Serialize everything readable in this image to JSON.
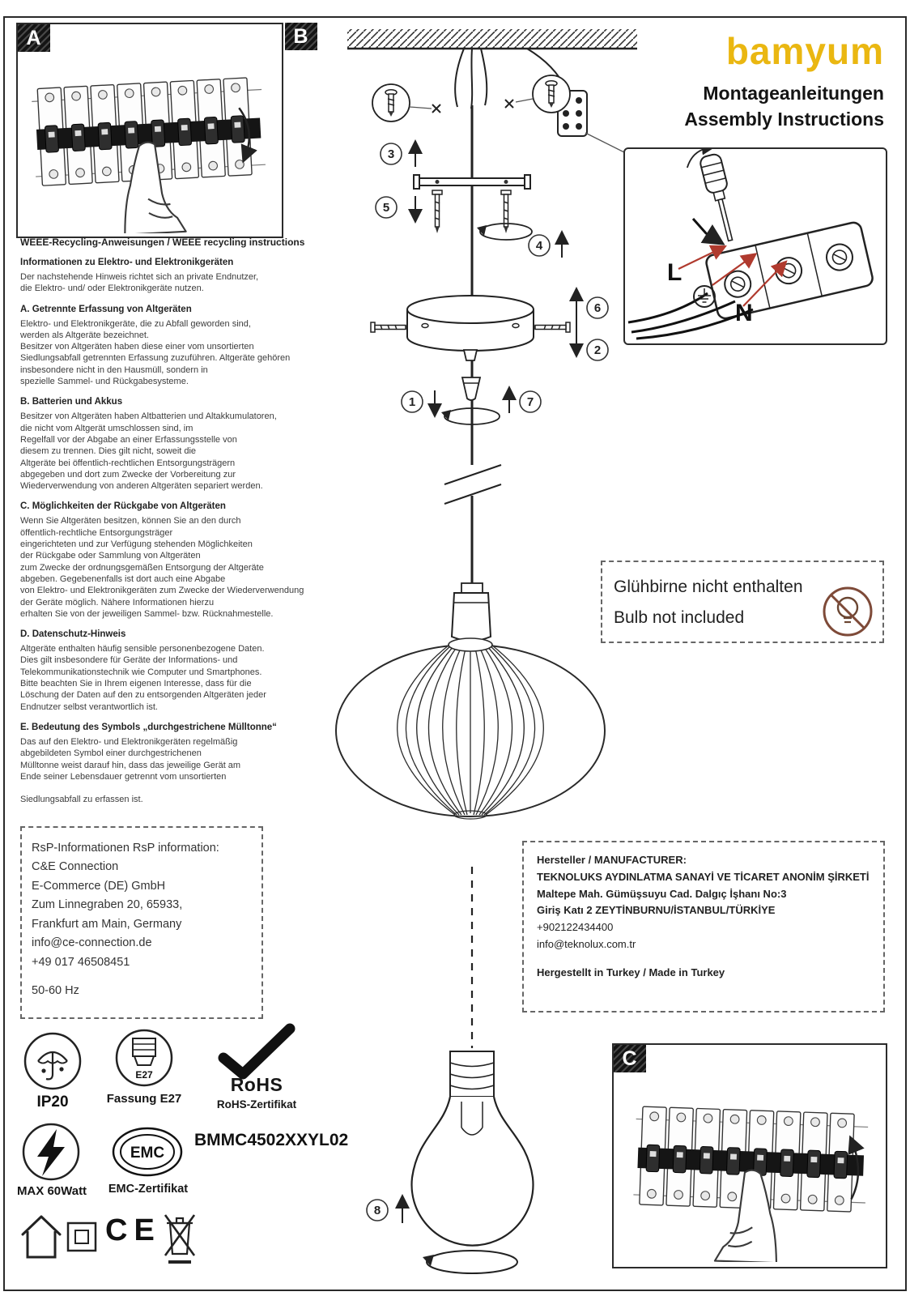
{
  "brand": {
    "logo": "bamyum",
    "logo_color": "#eab711",
    "subtitle_de": "Montageanleitungen",
    "subtitle_en": "Assembly Instructions"
  },
  "panels": {
    "a": "A",
    "b": "B",
    "c": "C"
  },
  "steps": [
    "1",
    "2",
    "3",
    "4",
    "5",
    "6",
    "7",
    "8"
  ],
  "terminal_detail": {
    "line_label": "L",
    "neutral_label": "N"
  },
  "bulb_note": {
    "de": "Glühbirne nicht enthalten",
    "en": "Bulb not included"
  },
  "weee": {
    "title": "WEEE-Recycling-Anweisungen / WEEE recycling instructions",
    "sections": [
      {
        "heading": "Informationen zu Elektro- und Elektronikgeräten",
        "body": "Der nachstehende Hinweis richtet sich an private Endnutzer,\ndie Elektro- und/ oder Elektronikgeräte nutzen."
      },
      {
        "heading": "A. Getrennte Erfassung von Altgeräten",
        "body": "Elektro- und Elektronikgeräte, die zu Abfall geworden sind,\nwerden als Altgeräte bezeichnet.\nBesitzer von Altgeräten haben diese einer vom unsortierten\nSiedlungsabfall getrennten Erfassung zuzuführen. Altgeräte gehören\ninsbesondere nicht in den Hausmüll, sondern in\nspezielle Sammel- und Rückgabesysteme."
      },
      {
        "heading": "B. Batterien und Akkus",
        "body": "Besitzer von Altgeräten haben Altbatterien und Altakkumulatoren,\n die nicht vom Altgerät umschlossen sind, im\nRegelfall vor der Abgabe an einer Erfassungsstelle von\ndiesem zu trennen. Dies gilt nicht, soweit die\nAltgeräte bei öffentlich-rechtlichen Entsorgungsträgern\nabgegeben und dort zum Zwecke der Vorbereitung zur\nWiederverwendung von anderen Altgeräten separiert werden."
      },
      {
        "heading": "C. Möglichkeiten der Rückgabe von Altgeräten",
        "body": "Wenn Sie Altgeräten besitzen, können Sie an den durch\nöffentlich-rechtliche Entsorgungsträger\neingerichteten und zur Verfügung stehenden Möglichkeiten\nder Rückgabe oder Sammlung von Altgeräten\n zum Zwecke der ordnungsgemäßen Entsorgung der Altgeräte\nabgeben. Gegebenenfalls ist dort auch eine Abgabe\n von Elektro- und Elektronikgeräten zum Zwecke der Wiederverwendung\nder Geräte möglich. Nähere Informationen hierzu\nerhalten Sie von der jeweiligen Sammel- bzw. Rücknahmestelle."
      },
      {
        "heading": "D. Datenschutz-Hinweis",
        "body": "Altgeräte enthalten häufig sensible personenbezogene Daten.\nDies gilt insbesondere für Geräte der Informations- und\nTelekommunikationstechnik wie Computer und Smartphones.\n Bitte beachten Sie in Ihrem eigenen Interesse, dass für die\nLöschung der Daten auf den zu entsorgenden Altgeräten jeder\nEndnutzer selbst verantwortlich ist."
      },
      {
        "heading": "E. Bedeutung des Symbols „durchgestrichene Mülltonne“",
        "body": "Das auf den Elektro- und Elektronikgeräten regelmäßig\nabgebildeten Symbol einer durchgestrichenen\nMülltonne weist darauf hin, dass das jeweilige Gerät am\nEnde seiner Lebensdauer getrennt vom unsortierten\n\nSiedlungsabfall zu erfassen ist."
      }
    ]
  },
  "rsp_box": {
    "lines": [
      "RsP-Informationen RsP information:",
      "C&E Connection",
      "E-Commerce (DE) GmbH",
      "Zum Linnegraben 20, 65933,",
      "Frankfurt am Main, Germany",
      "info@ce-connection.de",
      "+49 017 46508451",
      "50-60 Hz"
    ]
  },
  "manufacturer_box": {
    "lines": [
      "Hersteller / MANUFACTURER:",
      "TEKNOLUKS AYDINLATMA SANAYİ VE TİCARET ANONİM ŞİRKETİ",
      "Maltepe Mah. Gümüşsuyu Cad. Dalgıç İşhanı No:3",
      "Giriş Katı 2 ZEYTİNBURNU/İSTANBUL/TÜRKİYE",
      "+902122434400",
      "info@teknolux.com.tr",
      "Hergestellt in Turkey / Made in Turkey"
    ]
  },
  "certifications": {
    "ip_rating": "IP20",
    "socket_label": "E27",
    "socket_caption": "Fassung E27",
    "rohs_title": "RoHS",
    "rohs_caption": "RoHS-Zertifikat",
    "max_wattage": "MAX 60Watt",
    "emc_title": "EMC",
    "emc_caption": "EMC-Zertifikat",
    "ce_mark": "CE",
    "product_code": "BMMC4502XXYL02"
  },
  "icons": {
    "rohs_check": "✓",
    "no_bulb": "crossed-out-bulb",
    "weee_bin": "crossed-out-wheelie-bin",
    "double_insulation": "square-in-square",
    "water_protection": "umbrella-with-drops",
    "max_power": "lightning-bolt"
  },
  "colors": {
    "accent_gold": "#eab711",
    "arrow_red": "#b03a2e",
    "no_bulb_brown": "#7e4a38",
    "ink": "#1a1a1a"
  }
}
